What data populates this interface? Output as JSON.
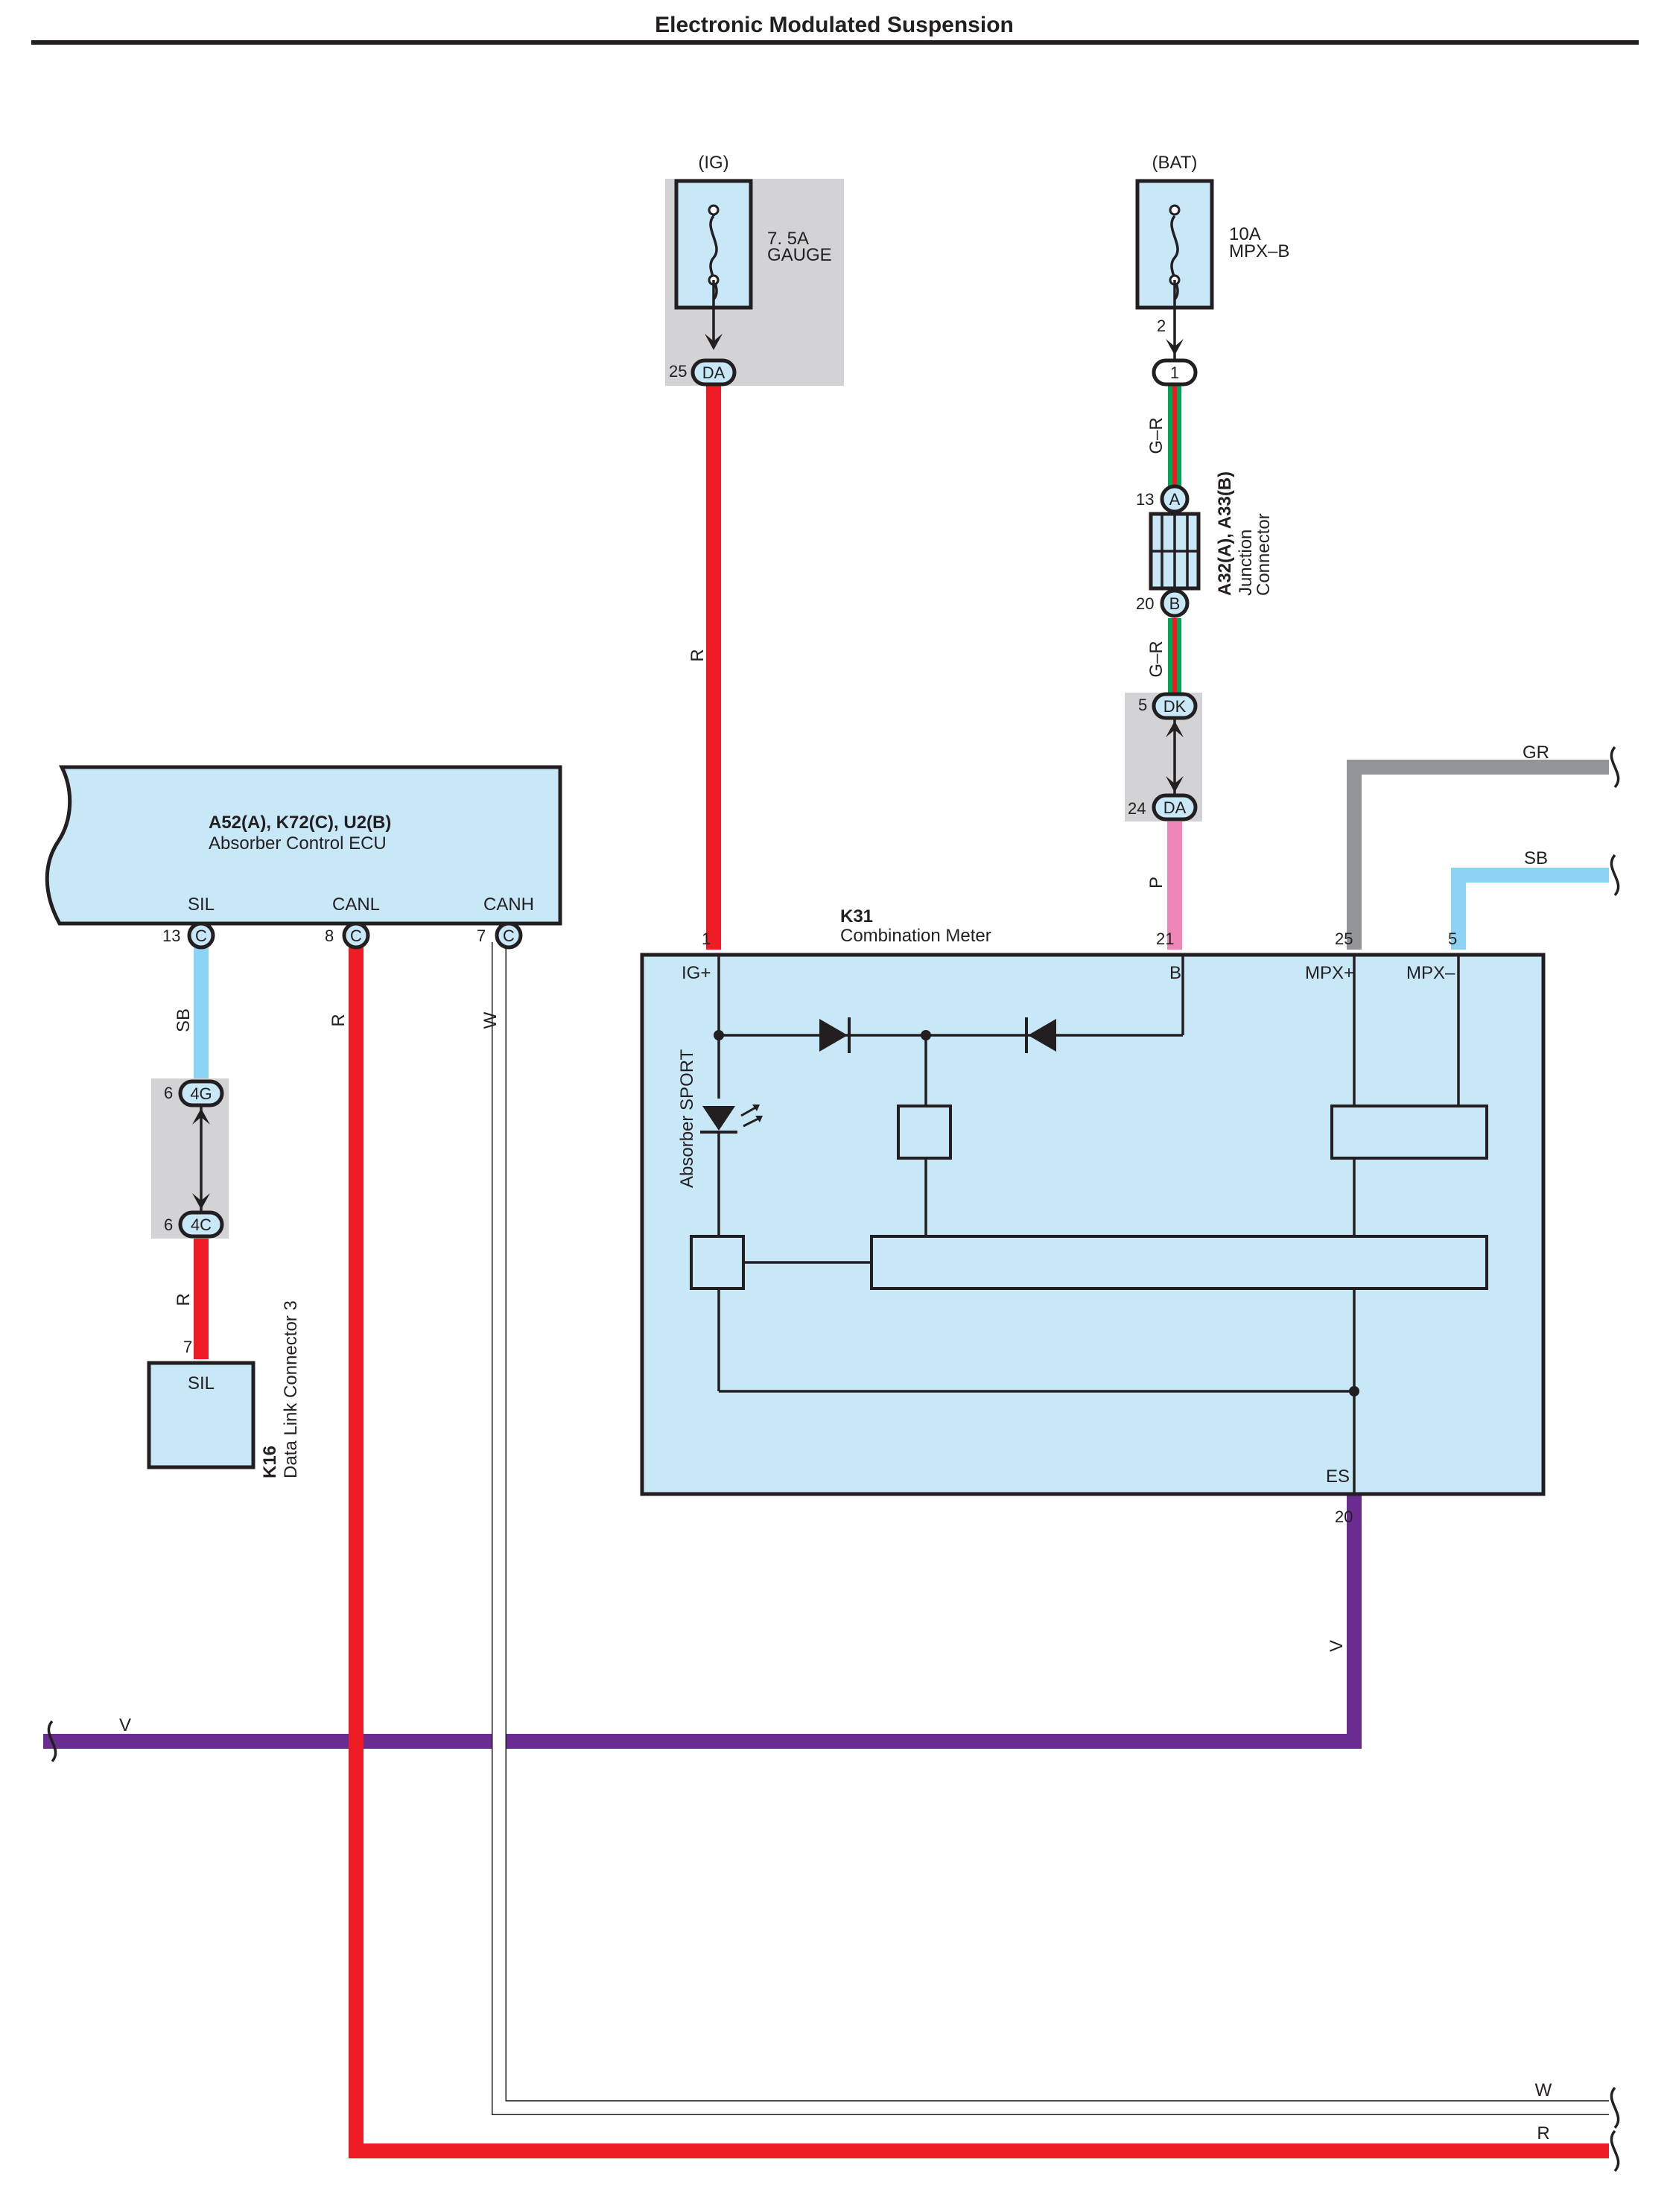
{
  "title": "Electronic Modulated Suspension",
  "colors": {
    "R": "#ee1c25",
    "V": "#6a2c91",
    "GR": "#939598",
    "SB": "#8dd3f3",
    "P": "#ef86b8",
    "W": "#ffffff",
    "G": "#00a651",
    "box_fill": "#c8e8f8",
    "shade": "#d3d3d5"
  },
  "fuses": {
    "ig": {
      "source": "(IG)",
      "rating": "7. 5A",
      "name": "GAUGE",
      "pin": "25",
      "connector": "DA"
    },
    "bat": {
      "source": "(BAT)",
      "rating": "10A",
      "name": "MPX–B",
      "pin": "2",
      "connector": "1"
    }
  },
  "junction": {
    "id": "A32(A), A33(B)",
    "line1": "Junction",
    "line2": "Connector",
    "pin_a": "13",
    "conn_a": "A",
    "pin_b": "20",
    "conn_b": "B"
  },
  "inline_dk": {
    "pin_top": "5",
    "conn_top": "DK",
    "pin_bottom": "24",
    "conn_bottom": "DA"
  },
  "ecu": {
    "id": "A52(A), K72(C), U2(B)",
    "name": "Absorber Control ECU",
    "terminals": [
      {
        "label": "SIL",
        "pin": "13",
        "connector": "C"
      },
      {
        "label": "CANL",
        "pin": "8",
        "connector": "C"
      },
      {
        "label": "CANH",
        "pin": "7",
        "connector": "C"
      }
    ]
  },
  "inline_4g": {
    "pin_top": "6",
    "conn_top": "4G",
    "pin_bottom": "6",
    "conn_bottom": "4C"
  },
  "dlc": {
    "id": "K16",
    "name": "Data Link Connector 3",
    "pin": "7",
    "terminal": "SIL"
  },
  "meter": {
    "id": "K31",
    "name": "Combination Meter",
    "indicator": "Absorber SPORT",
    "terminals": [
      {
        "label": "IG+",
        "pin": "1"
      },
      {
        "label": "B",
        "pin": "21"
      },
      {
        "label": "MPX+",
        "pin": "25"
      },
      {
        "label": "MPX–",
        "pin": "5"
      },
      {
        "label": "ES",
        "pin": "20"
      }
    ]
  },
  "wire_labels": {
    "r_ig": "R",
    "gr_top": "G–R",
    "gr_mid": "G–R",
    "p": "P",
    "gr_out": "GR",
    "sb_out": "SB",
    "sb_sil": "SB",
    "r_dlc": "R",
    "r_canl": "R",
    "w_canh": "W",
    "v_es": "V",
    "v_bus": "V",
    "w_out": "W",
    "r_out": "R"
  }
}
